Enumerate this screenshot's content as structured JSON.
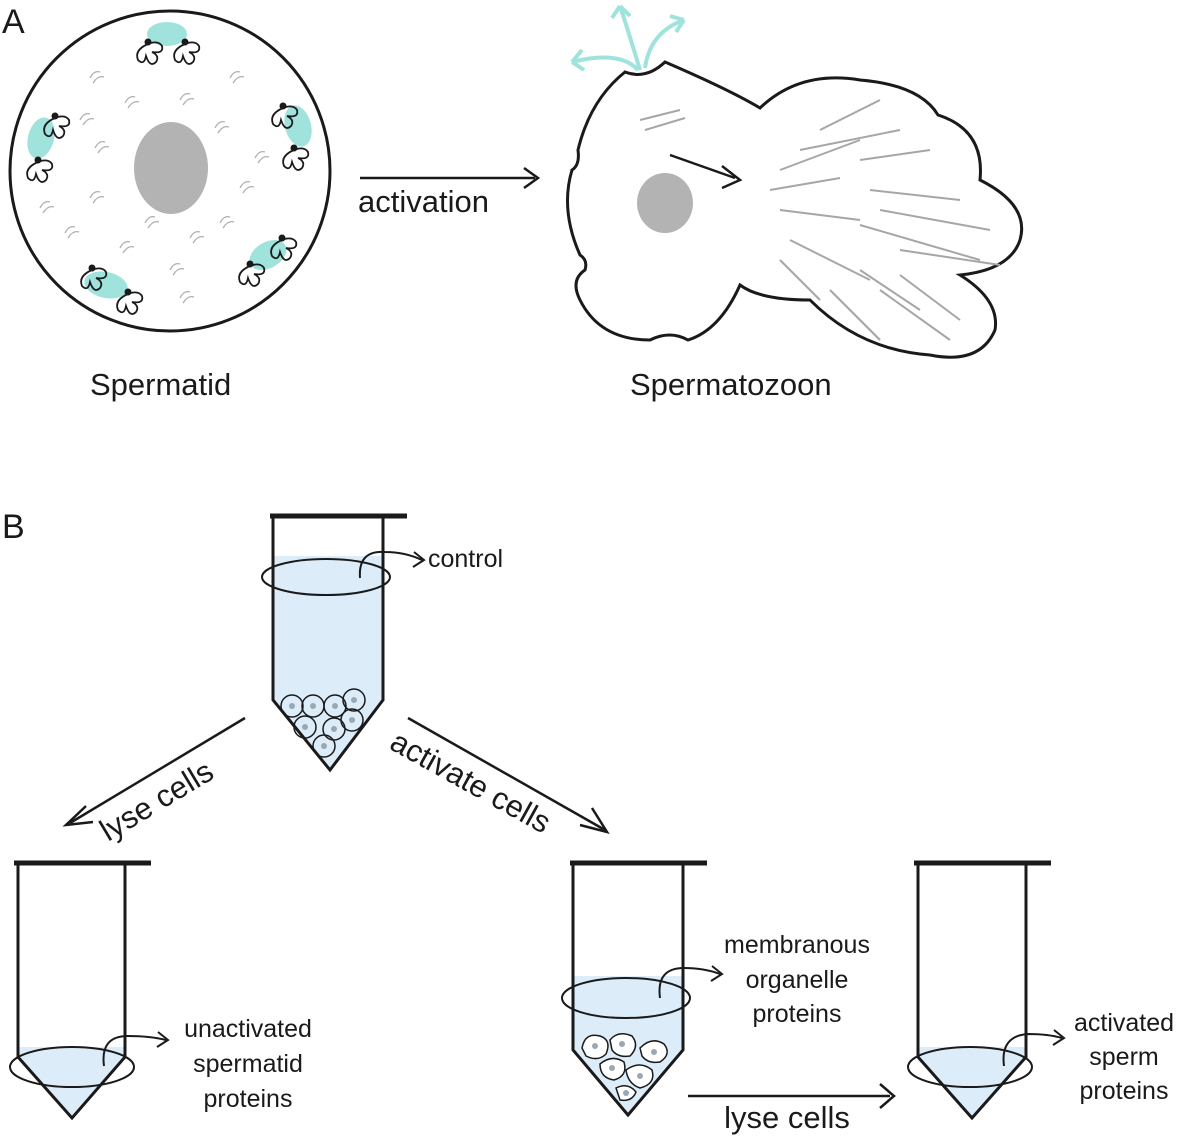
{
  "panel_a": {
    "letter": "A",
    "spermatid_label": "Spermatid",
    "activation_label": "activation",
    "spermatozoon_label": "Spermatozoon"
  },
  "panel_b": {
    "letter": "B",
    "control_label": "control",
    "lyse_cells_left": "lyse cells",
    "activate_cells": "activate cells",
    "unactivated_lines": [
      "unactivated",
      "spermatid",
      "proteins"
    ],
    "membranous_lines": [
      "membranous",
      "organelle",
      "proteins"
    ],
    "activated_lines": [
      "activated",
      "sperm",
      "proteins"
    ],
    "lyse_cells_bottom": "lyse cells"
  },
  "colors": {
    "ink": "#1a1a1a",
    "organelle_teal": "#9fe3dc",
    "nucleus_gray": "#b3b3b3",
    "liquid_blue": "#dcedf9",
    "fiber_gray": "#a6a6a6"
  }
}
